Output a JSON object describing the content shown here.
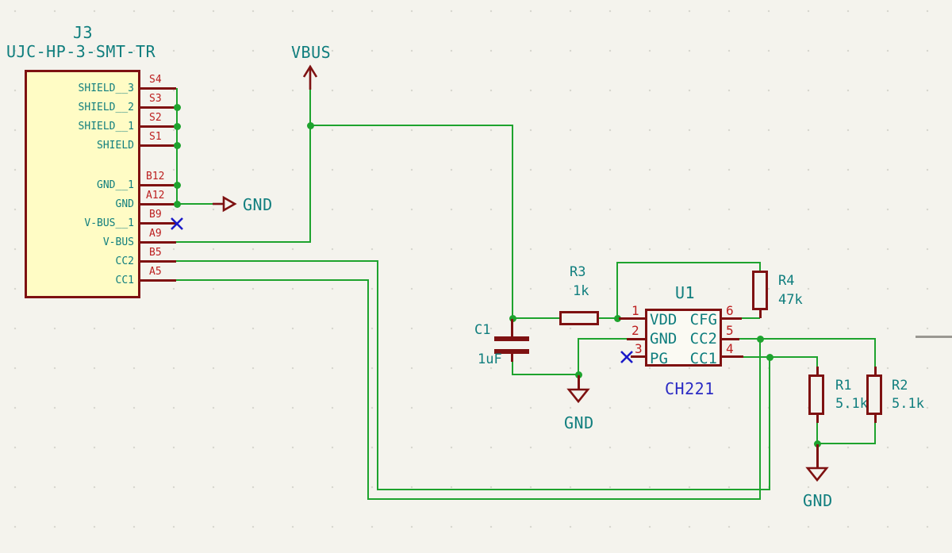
{
  "j3": {
    "ref": "J3",
    "value": "UJC-HP-3-SMT-TR",
    "pins": [
      {
        "number": "S4",
        "name": "SHIELD__3"
      },
      {
        "number": "S3",
        "name": "SHIELD__2"
      },
      {
        "number": "S2",
        "name": "SHIELD__1"
      },
      {
        "number": "S1",
        "name": "SHIELD"
      },
      {
        "number": "B12",
        "name": "GND__1"
      },
      {
        "number": "A12",
        "name": "GND"
      },
      {
        "number": "B9",
        "name": "V-BUS__1"
      },
      {
        "number": "A9",
        "name": "V-BUS"
      },
      {
        "number": "B5",
        "name": "CC2"
      },
      {
        "number": "A5",
        "name": "CC1"
      }
    ]
  },
  "u1": {
    "ref": "U1",
    "value": "CH221",
    "pins_left": [
      {
        "number": "1",
        "name": "VDD"
      },
      {
        "number": "2",
        "name": "GND"
      },
      {
        "number": "3",
        "name": "PG"
      }
    ],
    "pins_right": [
      {
        "number": "6",
        "name": "CFG"
      },
      {
        "number": "5",
        "name": "CC2"
      },
      {
        "number": "4",
        "name": "CC1"
      }
    ]
  },
  "resistors": {
    "r1": {
      "ref": "R1",
      "value": "5.1k"
    },
    "r2": {
      "ref": "R2",
      "value": "5.1k"
    },
    "r3": {
      "ref": "R3",
      "value": "1k"
    },
    "r4": {
      "ref": "R4",
      "value": "47k"
    }
  },
  "capacitors": {
    "c1": {
      "ref": "C1",
      "value": "1uF"
    }
  },
  "power_labels": {
    "vbus": "VBUS",
    "gnd_connector": "GND",
    "gnd_c1": "GND",
    "gnd_r1r2": "GND"
  },
  "colors": {
    "background": "#F4F3ED",
    "wire_green": "#1EA32E",
    "symbol_dark_red": "#7E1111",
    "pin_number_red": "#BC1F1F",
    "text_teal": "#107E7E",
    "value_blue": "#2B2BC4",
    "no_connect_blue": "#1A1AC8",
    "connector_fill": "#FFFCC5",
    "chip_fill": "#FBFAF3",
    "gray_line": "#9A9892"
  }
}
